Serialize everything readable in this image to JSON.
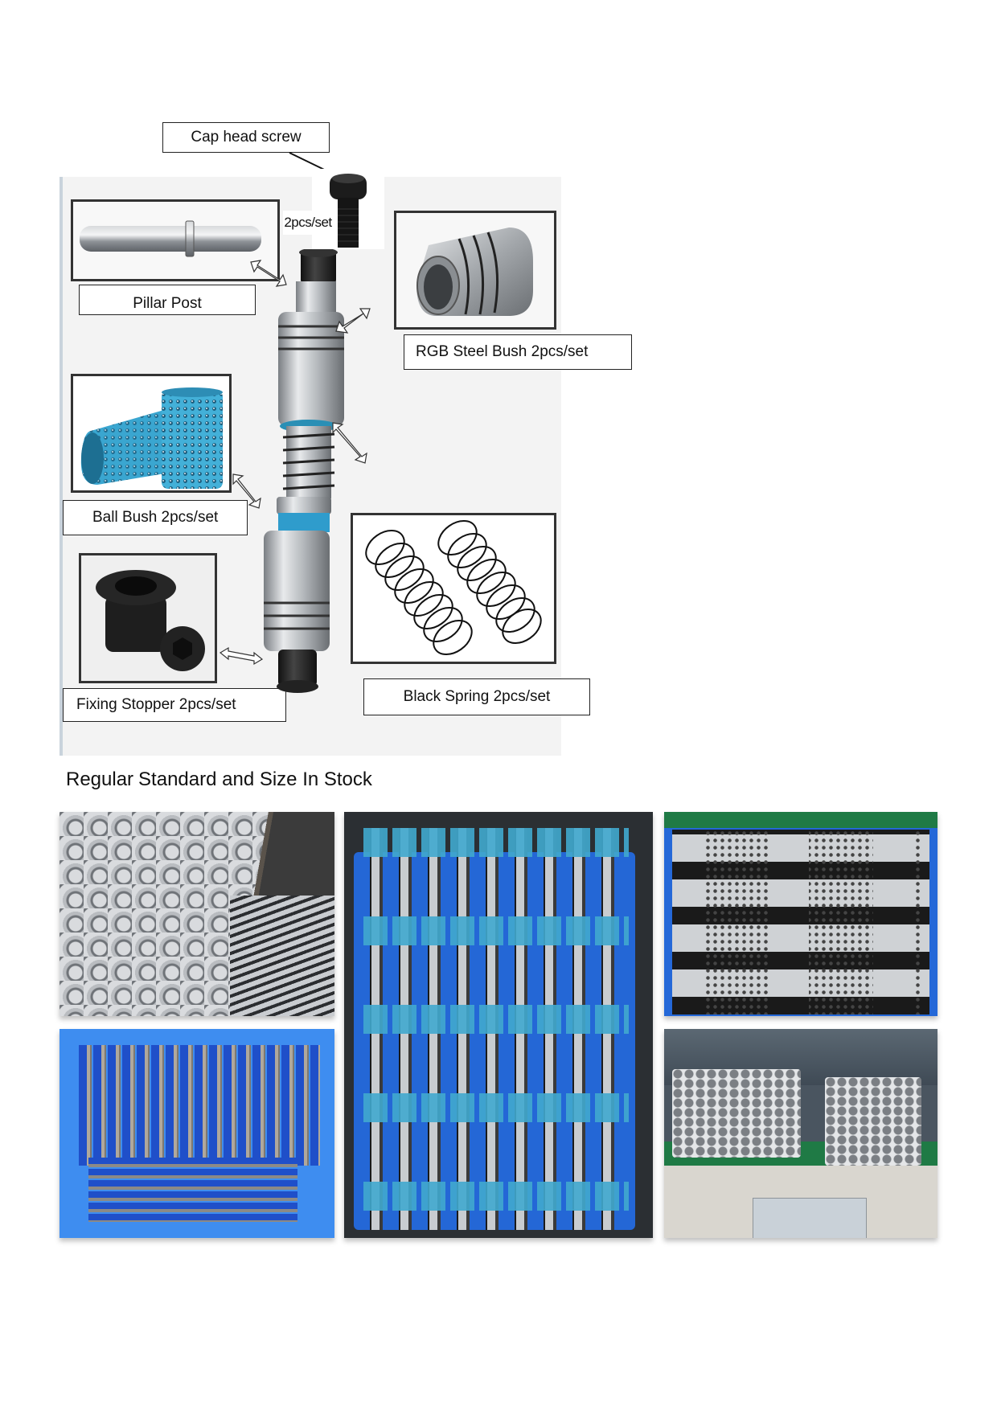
{
  "diagram": {
    "labels": {
      "cap_head_screw": "Cap head screw",
      "cap_head_qty": "2pcs/set",
      "pillar_post": "Pillar Post",
      "rgb_steel_bush": "RGB Steel Bush 2pcs/set",
      "ball_bush": "Ball Bush 2pcs/set",
      "black_spring": "Black Spring 2pcs/set",
      "fixing_stopper": "Fixing Stopper 2pcs/set"
    },
    "colors": {
      "panel_bg": "#f3f3f3",
      "steel": "#a9adb2",
      "ball_cage_blue": "#3aa6d0",
      "black_part": "#1c1c1c"
    }
  },
  "section": {
    "title_part1": "Regular",
    "title_part2": "Standard and Size In Stock"
  },
  "photos": [
    {
      "name": "steel-bushes-pile",
      "alt": "Pile of steel guide bushes"
    },
    {
      "name": "blue-ball-cage-pillars-crate",
      "alt": "Guide pillars with blue ball cages in blue crate"
    },
    {
      "name": "grey-ball-cage-pillars",
      "alt": "Guide pillars with grey ball cages"
    },
    {
      "name": "blue-ball-cage-pillars-bin",
      "alt": "Pillars with blue ball cages in blue bin"
    },
    {
      "name": "packed-bushes-table",
      "alt": "Packaged bushes on workbench"
    }
  ]
}
